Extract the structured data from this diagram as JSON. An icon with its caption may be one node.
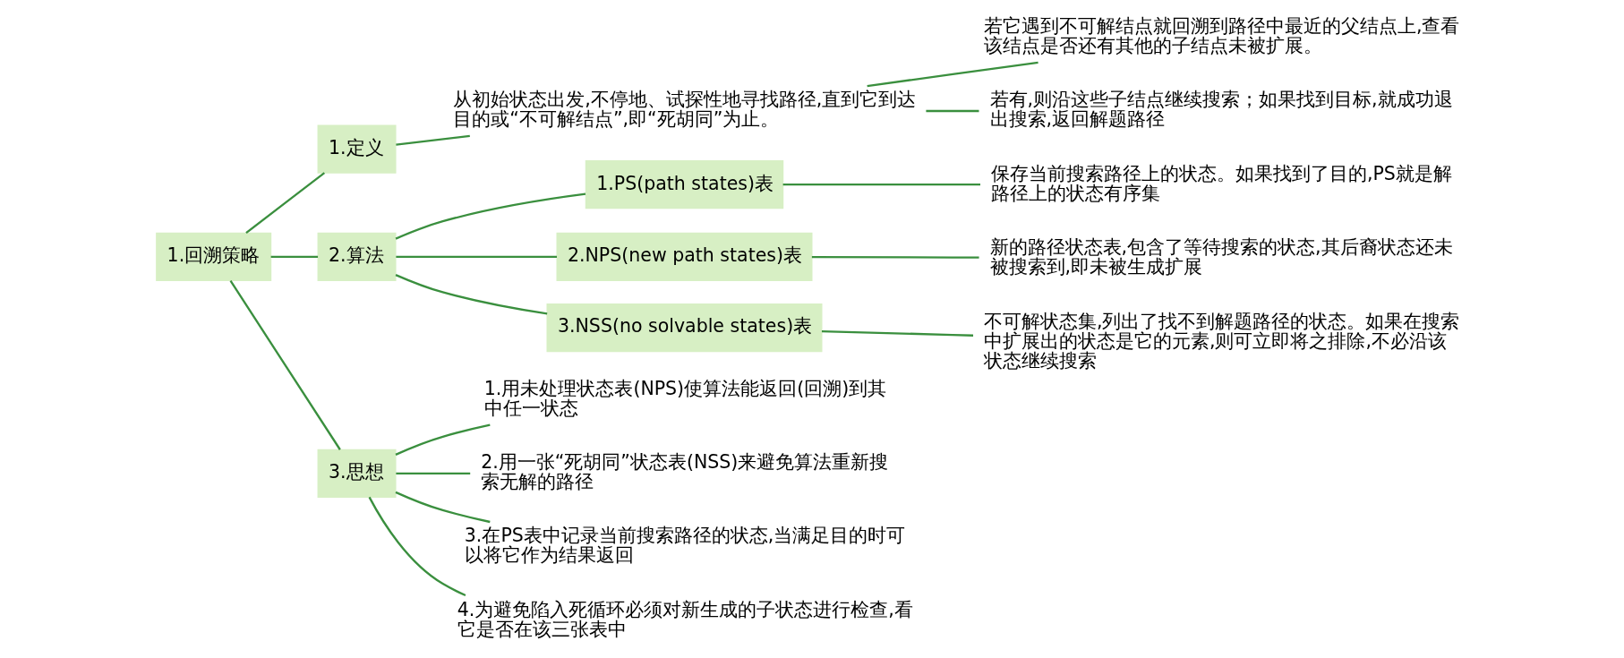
{
  "diagram": {
    "nodes": [
      {
        "text": [
          "1.回溯策略"
        ]
      },
      {
        "text": [
          "1.定义"
        ]
      },
      {
        "text": [
          "从初始状态出发,不停地、试探性地寻找路径,直到它到达目的或“不可解结点”,即“死胡同”为止。"
        ]
      },
      {
        "text": [
          "若它遇到不可解结点就回溯到路径中最近的父结点上,查看该结点是否还有其他的子结点未被扩展。"
        ]
      },
      {
        "text": [
          "若有,则沿这些子结点继续搜索；如果找到目标,就成功退出搜索,返回解题路径"
        ]
      },
      {
        "text": [
          "2.算法"
        ]
      },
      {
        "text": [
          "1.PS(path states)表"
        ]
      },
      {
        "text": [
          "保存当前搜索路径上的状态。如果找到了目的,PS就是解路径上的状态有序集"
        ]
      },
      {
        "text": [
          "2.NPS(new path states)表"
        ]
      },
      {
        "text": [
          "新的路径状态表,包含了等待搜索的状态,其后裔状态还未被搜索到,即未被生成扩展"
        ]
      },
      {
        "text": [
          "3.NSS(no solvable states)表"
        ]
      },
      {
        "text": [
          "不可解状态集,列出了找不到解题路径的状态。如果在搜索中扩展出的状态是它的元素,则可立即将之排除,不必沿该状态继续搜索"
        ]
      },
      {
        "text": [
          "3.思想"
        ]
      },
      {
        "text": [
          "1.用未处理状态表(NPS)使算法能返回(回溯)到其中任一状态"
        ]
      },
      {
        "text": [
          "2.用一张“死胡同”状态表(NSS)来避免算法重新搜索无解的路径"
        ]
      },
      {
        "text": [
          "3.在PS表中记录当前搜索路径的状态,当满足目的时可以将它作为结果返回"
        ]
      },
      {
        "text": [
          "4.为避免陷入死循环必须对新生成的子状态进行检查,看它是否在该三张表中"
        ]
      }
    ],
    "edges": [
      {
        "from": 0,
        "to": 1,
        "arrow": "none"
      },
      {
        "from": 1,
        "to": 2,
        "arrow": "none"
      },
      {
        "from": 2,
        "to": 3,
        "arrow": "none"
      },
      {
        "from": 2,
        "to": 4,
        "arrow": "none"
      },
      {
        "from": 0,
        "to": 5,
        "arrow": "none"
      },
      {
        "from": 5,
        "to": 6,
        "arrow": "none"
      },
      {
        "from": 6,
        "to": 7,
        "arrow": "none"
      },
      {
        "from": 5,
        "to": 8,
        "arrow": "none"
      },
      {
        "from": 8,
        "to": 9,
        "arrow": "none"
      },
      {
        "from": 5,
        "to": 10,
        "arrow": "none"
      },
      {
        "from": 10,
        "to": 11,
        "arrow": "none"
      },
      {
        "from": 0,
        "to": 12,
        "arrow": "none"
      },
      {
        "from": 12,
        "to": 13,
        "arrow": "none"
      },
      {
        "from": 12,
        "to": 14,
        "arrow": "none"
      },
      {
        "from": 12,
        "to": 15,
        "arrow": "none"
      },
      {
        "from": 12,
        "to": 16,
        "arrow": "none"
      }
    ]
  }
}
